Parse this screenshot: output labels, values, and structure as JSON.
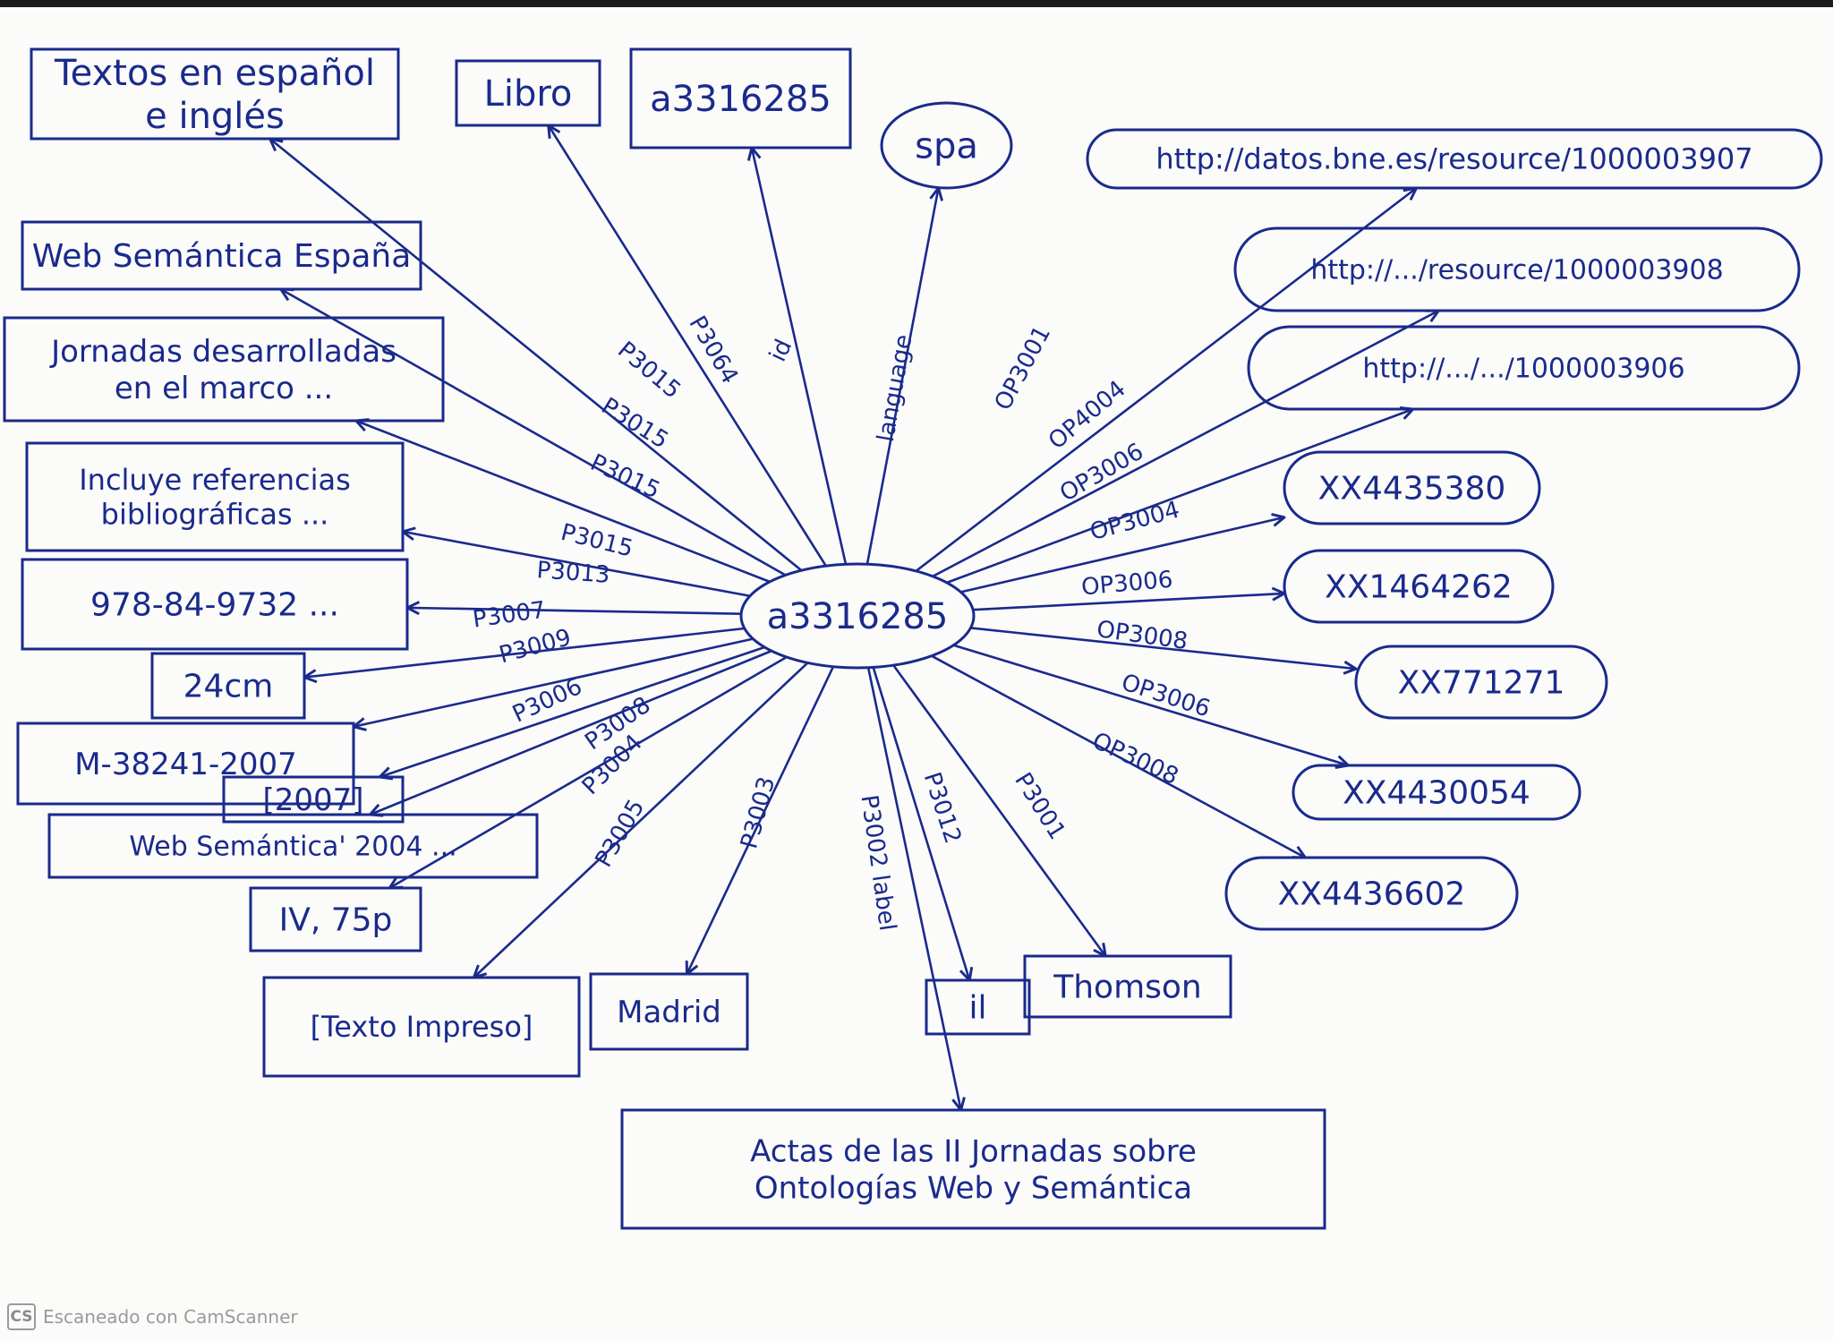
{
  "diagram": {
    "center": "a3316285",
    "nodes": [
      {
        "id": "textos",
        "text": "Textos en español\ne inglés",
        "shape": "rect"
      },
      {
        "id": "libro",
        "text": "Libro",
        "shape": "rect"
      },
      {
        "id": "a3316285-top",
        "text": "a3316285",
        "shape": "rect"
      },
      {
        "id": "spa",
        "text": "spa",
        "shape": "ellipse"
      },
      {
        "id": "uri-3907",
        "text": "http://datos.bne.es/resource/1000003907",
        "shape": "pill"
      },
      {
        "id": "uri-3908",
        "text": "http://.../resource/1000003908",
        "shape": "pill"
      },
      {
        "id": "uri-3906",
        "text": "http://.../.../1000003906",
        "shape": "pill"
      },
      {
        "id": "xx4435380",
        "text": "XX4435380",
        "shape": "pill"
      },
      {
        "id": "xx1464262",
        "text": "XX1464262",
        "shape": "pill"
      },
      {
        "id": "xx771271",
        "text": "XX771271",
        "shape": "pill"
      },
      {
        "id": "xx4430054",
        "text": "XX4430054",
        "shape": "pill"
      },
      {
        "id": "xx4436602",
        "text": "XX4436602",
        "shape": "pill"
      },
      {
        "id": "thomson",
        "text": "Thomson",
        "shape": "rect"
      },
      {
        "id": "il",
        "text": "il",
        "shape": "rect"
      },
      {
        "id": "actas",
        "text": "Actas de las II Jornadas sobre\nOntologías Web y Semántica",
        "shape": "rect"
      },
      {
        "id": "madrid",
        "text": "Madrid",
        "shape": "rect"
      },
      {
        "id": "texto-impreso",
        "text": "[Texto Impreso]",
        "shape": "rect"
      },
      {
        "id": "paginas",
        "text": "IV, 75p",
        "shape": "rect"
      },
      {
        "id": "web-2004",
        "text": "Web Semántica' 2004 ...",
        "shape": "rect"
      },
      {
        "id": "anio",
        "text": "[2007]",
        "shape": "rect"
      },
      {
        "id": "deposito",
        "text": "M-38241-2007",
        "shape": "rect"
      },
      {
        "id": "dimension",
        "text": "24cm",
        "shape": "rect"
      },
      {
        "id": "isbn",
        "text": "978-84-9732 ...",
        "shape": "rect"
      },
      {
        "id": "incluye",
        "text": "Incluye referencias\nbibliográficas ...",
        "shape": "rect"
      },
      {
        "id": "jornadas",
        "text": "Jornadas desarrolladas\nen el marco ...",
        "shape": "rect"
      },
      {
        "id": "web-espana",
        "text": "Web Semántica España",
        "shape": "rect"
      }
    ],
    "edges": [
      {
        "target": "textos",
        "label": "P3015"
      },
      {
        "target": "libro",
        "label": "P3064"
      },
      {
        "target": "a3316285-top",
        "label": "id"
      },
      {
        "target": "spa",
        "label": "language"
      },
      {
        "target": "uri-3907",
        "label": "OP3001"
      },
      {
        "target": "uri-3908",
        "label": "OP4004"
      },
      {
        "target": "uri-3906",
        "label": "OP3006"
      },
      {
        "target": "xx4435380",
        "label": "OP3004"
      },
      {
        "target": "xx1464262",
        "label": "OP3006"
      },
      {
        "target": "xx771271",
        "label": "OP3008"
      },
      {
        "target": "xx4430054",
        "label": "OP3006"
      },
      {
        "target": "xx4436602",
        "label": "OP3008"
      },
      {
        "target": "thomson",
        "label": "P3001"
      },
      {
        "target": "il",
        "label": "P3012"
      },
      {
        "target": "actas",
        "label": "P3002 label"
      },
      {
        "target": "madrid",
        "label": "P3003"
      },
      {
        "target": "texto-impreso",
        "label": "P3005"
      },
      {
        "target": "paginas",
        "label": "P3004"
      },
      {
        "target": "web-2004",
        "label": "P3008"
      },
      {
        "target": "anio",
        "label": "P3006"
      },
      {
        "target": "deposito",
        "label": "P3009"
      },
      {
        "target": "dimension",
        "label": "P3007"
      },
      {
        "target": "isbn",
        "label": "P3013"
      },
      {
        "target": "incluye",
        "label": "P3015"
      },
      {
        "target": "jornadas",
        "label": "P3015"
      },
      {
        "target": "web-espana",
        "label": "P3015"
      }
    ]
  },
  "footer": {
    "icon_label": "CS",
    "text": "Escaneado con CamScanner"
  },
  "colors": {
    "ink": "#1a2a8c",
    "paper": "#fbfbf9"
  }
}
